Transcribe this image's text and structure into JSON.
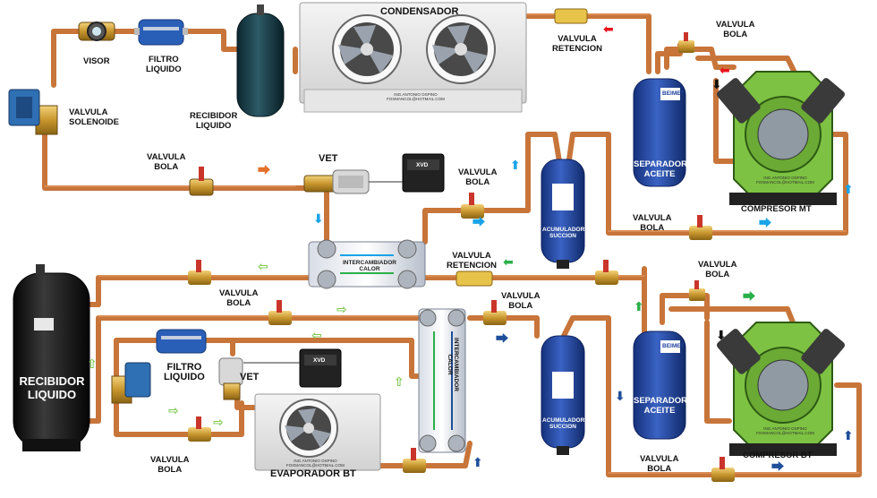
{
  "labels": {
    "condensador": "CONDENSADOR",
    "visor": "VISOR",
    "filtro_liquido_top": "FILTRO\nLIQUIDO",
    "recibidor_liquido_top": "RECIBIDOR\nLIQUIDO",
    "valvula_solenoide": "VALVULA\nSOLENOIDE",
    "valvula_retencion_top": "VALVULA\nRETENCION",
    "valvula_bola_top_right": "VALVULA\nBOLA",
    "valvula_bola_left_mt": "VALVULA\nBOLA",
    "vet_top": "VET",
    "valvula_bola_succion_mt": "VALVULA\nBOLA",
    "valvula_bola_return_mt": "VALVULA\nBOLA",
    "separador_aceite_mt": "SEPARADOR\nACEITE",
    "compresor_mt": "COMPRESOR MT",
    "acumulador_succion_mt": "ACUMULADOR\nSUCCION",
    "intercambiador_calor_top": "INTERCAMBIADOR\nCALOR",
    "valvula_retencion_mid": "VALVULA\nRETENCION",
    "valvula_bola_right_bt": "VALVULA\nBOLA",
    "valvula_bola_mid_left": "VALVULA\nBOLA",
    "valvula_bola_mid_center": "VALVULA\nBOLA",
    "recibidor_liquido_big": "RECIBIDOR\nLIQUIDO",
    "filtro_liquido_bt": "FILTRO\nLIQUIDO",
    "vet_bt": "VET",
    "valvula_bola_bottom_left": "VALVULA\nBOLA",
    "evaporador_bt": "EVAPORADOR BT",
    "intercambiador_calor_bt": "INTERCAMBIADOR\nCALOR",
    "acumulador_succion_bt": "ACUMULADOR\nSUCCION",
    "separador_aceite_bt": "SEPARADOR\nACEITE",
    "valvula_bola_bottom_right": "VALVULA\nBOLA",
    "compresor_bt": "COMPRESOR BT",
    "xvd_top": "XVD",
    "xvd_bt": "XVD",
    "credit_condensador": "ING.ANTONIO OSPINO\nFOXMANCOL@HOTMAIL.COM",
    "credit_evaporador": "ING.ANTONIO OSPINO\nFOXMANCOL@HOTMAIL.COM",
    "credit_compresor_mt": "ING.ANTONIO OSPINO\nFOXMANCOL@HOTMAIL.COM",
    "credit_compresor_bt": "ING.ANTONIO OSPINO\nFOXMANCOL@HOTMAIL.COM",
    "brand_separador": "BEIMET"
  },
  "colors": {
    "pipe": "#c8753a",
    "pipe_dark": "#8a4a1e",
    "arrow_red": "#e8141c",
    "arrow_blue": "#1aa3e8",
    "arrow_navy": "#1f4e9a",
    "arrow_green": "#2ab04a",
    "arrow_orange": "#e4702a",
    "arrow_green_light": "#7ec850",
    "compressor_green": "#7dc242",
    "tank_blue": "#1f3f9c",
    "tank_black": "#141414",
    "filter_blue": "#2a5fb8"
  }
}
